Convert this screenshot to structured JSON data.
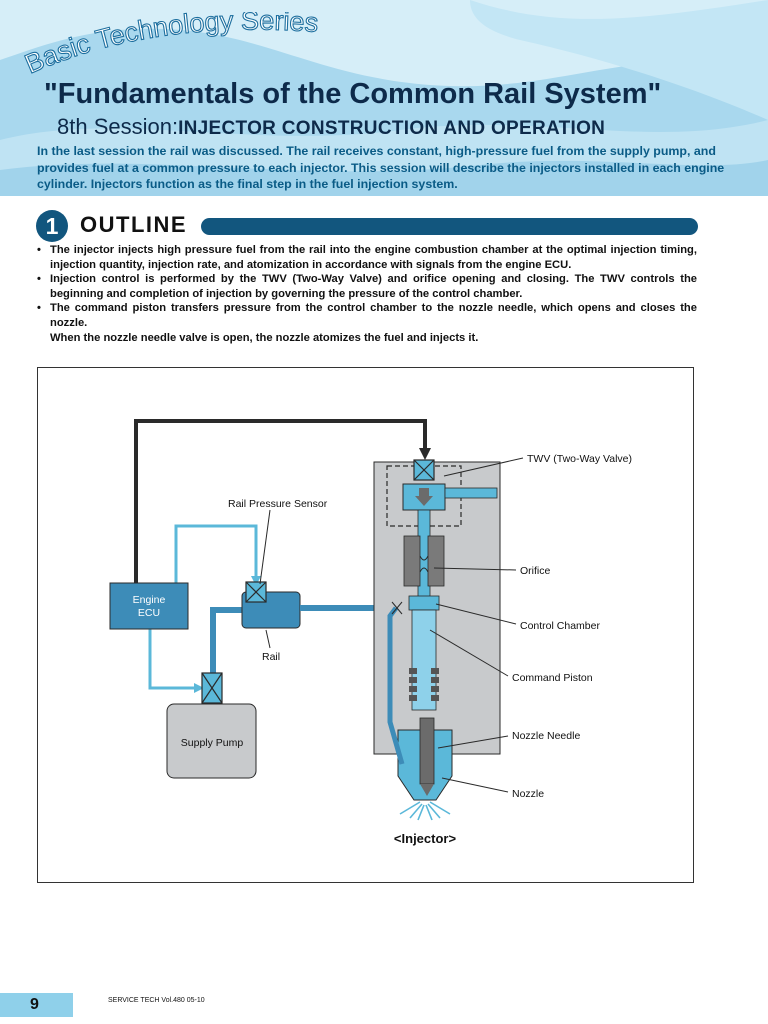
{
  "header": {
    "series": "Basic Technology Series",
    "title": "\"Fundamentals of the Common Rail System\"",
    "session_prefix": "8th Session:",
    "session_name": "INJECTOR CONSTRUCTION AND OPERATION",
    "intro": "In the last session the rail was discussed. The rail receives constant, high-pressure fuel from the supply pump, and provides fuel at a common pressure to each injector. This session will describe the injectors installed in each engine cylinder. Injectors function as the final step in the fuel injection system."
  },
  "outline": {
    "number": "1",
    "heading": "OUTLINE",
    "bullets": [
      "The injector injects high pressure fuel from the rail into the engine combustion chamber at the optimal injection timing, injection quantity, injection rate, and atomization in accordance with signals from the engine ECU.",
      "Injection control is performed by the TWV (Two-Way Valve) and orifice opening and closing. The TWV controls the beginning and completion of injection by governing the pressure of the control chamber.",
      "The command piston transfers pressure from the control chamber to the nozzle needle, which opens and closes the nozzle."
    ],
    "continuation": "When the nozzle needle valve is open, the nozzle atomizes the fuel and injects it."
  },
  "diagram": {
    "engine_ecu_line1": "Engine",
    "engine_ecu_line2": "ECU",
    "rail_pressure_sensor": "Rail Pressure Sensor",
    "rail": "Rail",
    "supply_pump": "Supply Pump",
    "twv": "TWV (Two-Way Valve)",
    "orifice": "Orifice",
    "control_chamber": "Control Chamber",
    "command_piston": "Command Piston",
    "nozzle_needle": "Nozzle Needle",
    "nozzle": "Nozzle",
    "caption": "<Injector>"
  },
  "footer": {
    "page_number": "9",
    "publication": "SERVICE TECH Vol.480 05-10"
  },
  "colors": {
    "navy": "#12567e",
    "title_navy": "#0d2a4a",
    "intro_blue": "#0a5b86",
    "header_sky": "#a9d8ee",
    "fuel_blue": "#5bb8d9",
    "injector_gray": "#c8cacc"
  }
}
